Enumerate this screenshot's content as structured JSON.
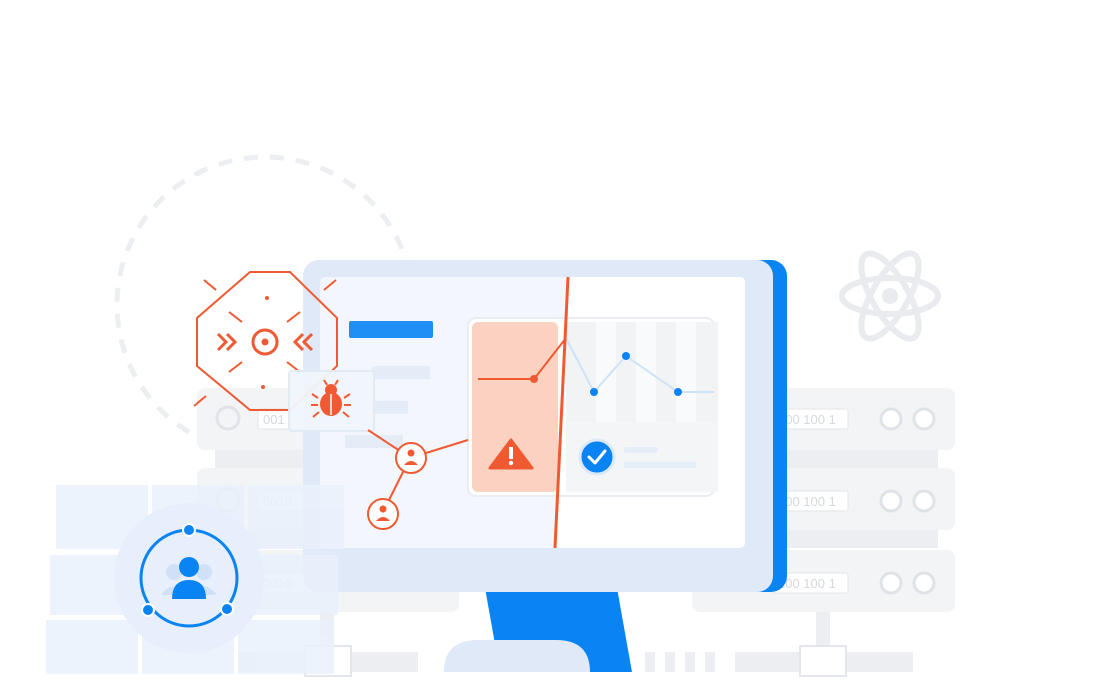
{
  "illustration": {
    "server_racks": {
      "binary_code_left": [
        "001",
        "0010",
        "0010"
      ],
      "binary_code_right": [
        "100 100 1",
        "100 100 1",
        "100 100 1"
      ]
    },
    "colors": {
      "primary_blue": "#0a84f3",
      "light_blue": "#dfe9f8",
      "warning_red": "#f05a32",
      "warning_fill": "#fbd2c2",
      "neutral_gray": "#f1f3f5",
      "screen_panel": "#f3f7fd"
    },
    "icons": [
      "target-crosshair-icon",
      "bug-icon",
      "user-node-icon",
      "warning-triangle-icon",
      "checkmark-circle-icon",
      "atom-icon",
      "user-group-network-icon"
    ]
  }
}
